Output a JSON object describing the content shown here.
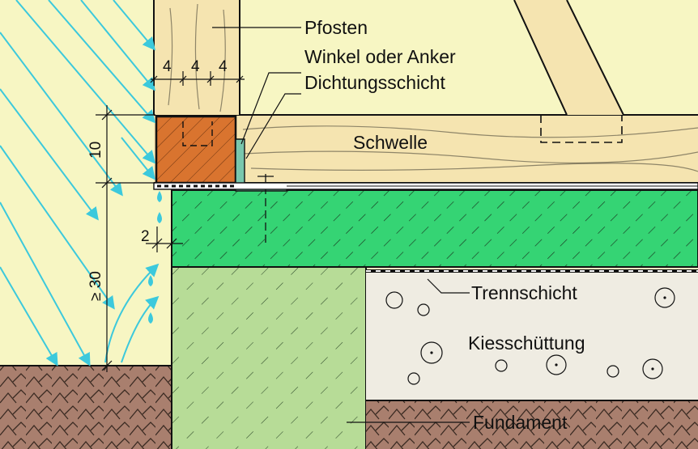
{
  "labels": {
    "pfosten": "Pfosten",
    "winkel": "Winkel oder Anker",
    "dichtung": "Dichtungsschicht",
    "schwelle": "Schwelle",
    "trenn": "Trennschicht",
    "kies": "Kiesschüttung",
    "fundament": "Fundament"
  },
  "dimensions": {
    "post_a": "4",
    "post_b": "4",
    "post_c": "4",
    "height_10": "10",
    "gap_2": "2",
    "min_30": "≥ 30"
  },
  "colors": {
    "background": "#f7f6c3",
    "wood": "#f5e4b0",
    "sill": "#d9742f",
    "concrete": "#35d474",
    "foundation": "#b7dc97",
    "gravel": "#efece2",
    "soil": "#a97f6e",
    "rain": "#3cc9dc",
    "seal": "#79c7ad"
  },
  "icons": [
    "raindrop-icon",
    "rain-arrow-icon"
  ]
}
